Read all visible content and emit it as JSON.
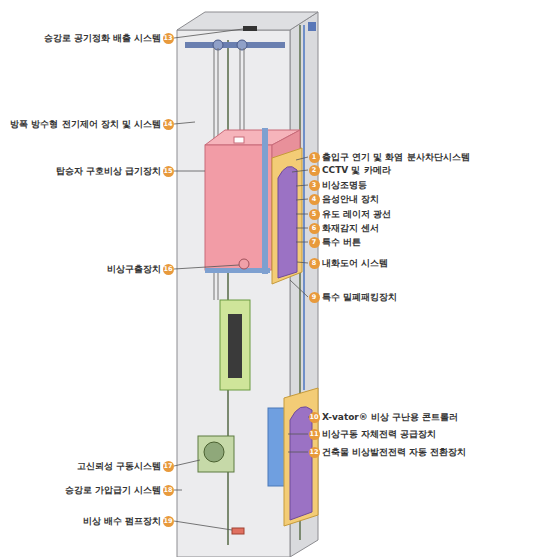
{
  "diagram": {
    "labels": [
      "승강로 공기정화 배출 시스템",
      "13",
      "방폭 방수형 전기제어 장치 및 시스템",
      "14",
      "탑승자 구호비상 급기장치",
      "15",
      "비상구출장치",
      "16",
      "고신뢰성 구동시스템",
      "17",
      "승강로 가압급기 시스템",
      "18",
      "비상 배수 펌프장치",
      "19",
      "1",
      "출입구 연기 및 화염 분사차단시스템",
      "2",
      "CCTV 및 카메라",
      "3",
      "비상조명등",
      "4",
      "음성안내 장치",
      "5",
      "유도 레이저 광선",
      "6",
      "화재감지 센서",
      "7",
      "특수 버튼",
      "8",
      "내화도어 시스템",
      "9",
      "특수 밀폐패킹장치",
      "10",
      "X-vator® 비상 구난용 콘트롤러",
      "11",
      "비상구동 자체전력 공급장치",
      "12",
      "건축물 비상발전전력 자동 전환장치"
    ]
  }
}
